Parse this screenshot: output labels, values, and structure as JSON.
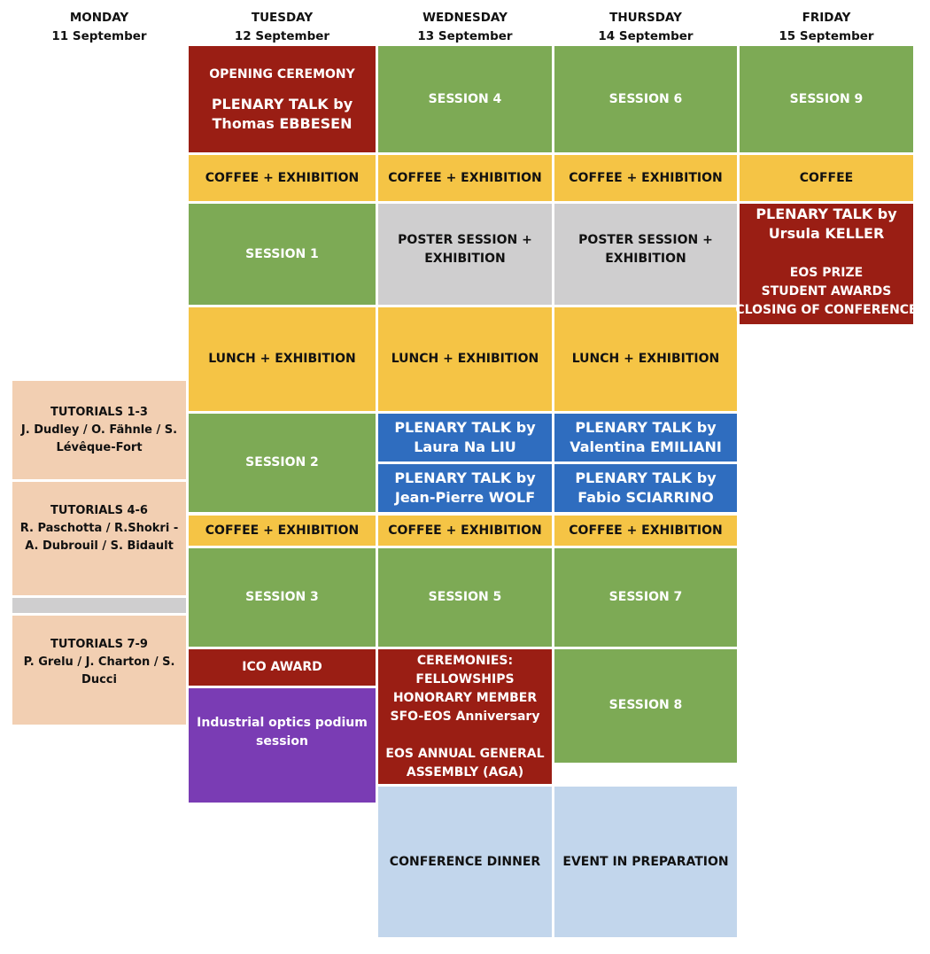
{
  "days": [
    {
      "name": "MONDAY",
      "date": "11 September"
    },
    {
      "name": "TUESDAY",
      "date": "12 September"
    },
    {
      "name": "WEDNESDAY",
      "date": "13 September"
    },
    {
      "name": "THURSDAY",
      "date": "14 September"
    },
    {
      "name": "FRIDAY",
      "date": "15 September"
    }
  ],
  "colors": {
    "session": "#7daa55",
    "coffee": "#f5c445",
    "ceremony": "#9a1e14",
    "poster": "#cfcecf",
    "plenary": "#2f6dbf",
    "industrial": "#7a3cb4",
    "dinner": "#c2d6ec",
    "tutorial": "#f2cfb2"
  },
  "monday": {
    "tut1": {
      "title": "TUTORIALS 1-3",
      "speakers": "J. Dudley / O. Fähnle / S. Lévêque-Fort"
    },
    "tut2": {
      "title": "TUTORIALS 4-6",
      "speakers": "R. Paschotta / R.Shokri - A. Dubrouil   / S. Bidault"
    },
    "tut3": {
      "title": "TUTORIALS 7-9",
      "speakers": "P. Grelu / J. Charton  / S. Ducci"
    }
  },
  "tuesday": {
    "opening": "OPENING CEREMONY",
    "plenary_l1": "PLENARY TALK by",
    "plenary_l2": "Thomas EBBESEN",
    "coffee1": "COFFEE + EXHIBITION",
    "session1": "SESSION 1",
    "lunch": "LUNCH + EXHIBITION",
    "session2": "SESSION 2",
    "coffee2": "COFFEE + EXHIBITION",
    "session3": "SESSION 3",
    "ico": "ICO AWARD",
    "industrial_l1": "Industrial optics podium",
    "industrial_l2": "session"
  },
  "wednesday": {
    "session4": "SESSION 4",
    "coffee1": "COFFEE + EXHIBITION",
    "poster_l1": "POSTER SESSION +",
    "poster_l2": "EXHIBITION",
    "lunch": "LUNCH + EXHIBITION",
    "plen1_l1": "PLENARY TALK by",
    "plen1_l2": "Laura Na LIU",
    "plen2_l1": "PLENARY TALK by",
    "plen2_l2": "Jean-Pierre WOLF",
    "coffee2": "COFFEE + EXHIBITION",
    "session5": "SESSION 5",
    "cer_l1": "CEREMONIES:",
    "cer_l2": "FELLOWSHIPS",
    "cer_l3": "HONORARY MEMBER",
    "cer_l4": "SFO-EOS Anniversary",
    "aga_l1": "EOS ANNUAL GENERAL",
    "aga_l2": "ASSEMBLY (AGA)",
    "dinner": "CONFERENCE DINNER"
  },
  "thursday": {
    "session6": "SESSION 6",
    "coffee1": "COFFEE + EXHIBITION",
    "poster_l1": "POSTER SESSION +",
    "poster_l2": "EXHIBITION",
    "lunch": "LUNCH + EXHIBITION",
    "plen1_l1": "PLENARY TALK by",
    "plen1_l2": "Valentina EMILIANI",
    "plen2_l1": "PLENARY TALK by",
    "plen2_l2": "Fabio SCIARRINO",
    "coffee2": "COFFEE + EXHIBITION",
    "session7": "SESSION 7",
    "session8": "SESSION 8",
    "event": "EVENT IN PREPARATION"
  },
  "friday": {
    "session9": "SESSION 9",
    "coffee": "COFFEE",
    "plen_l1": "PLENARY TALK by",
    "plen_l2": "Ursula KELLER",
    "prize": "EOS PRIZE",
    "awards": "STUDENT AWARDS",
    "closing": "CLOSING OF CONFERENCE"
  }
}
